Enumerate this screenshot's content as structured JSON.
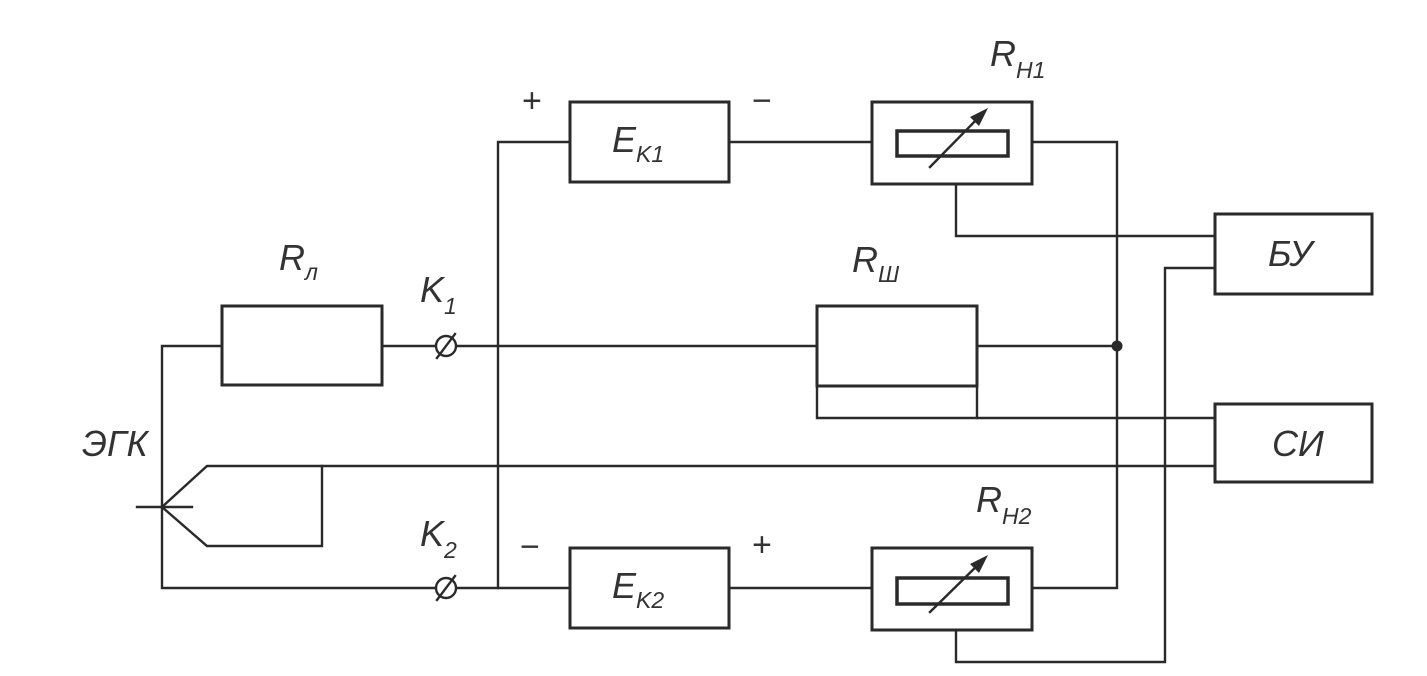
{
  "labels": {
    "ek1": {
      "main": "E",
      "sub": "K1"
    },
    "ek2": {
      "main": "E",
      "sub": "K2"
    },
    "rh1": {
      "main": "R",
      "sub": "H1"
    },
    "rh2": {
      "main": "R",
      "sub": "H2"
    },
    "rl": {
      "main": "R",
      "sub": "л"
    },
    "rsh": {
      "main": "R",
      "sub": "Ш"
    },
    "k1": {
      "main": "K",
      "sub": "1"
    },
    "k2": {
      "main": "K",
      "sub": "2"
    },
    "egk": "ЭГК",
    "bu": "БУ",
    "si": "СИ"
  },
  "signs": {
    "ek1_plus": "+",
    "ek1_minus": "−",
    "ek2_minus": "−",
    "ek2_plus": "+"
  },
  "terminal_symbol": "⌀"
}
